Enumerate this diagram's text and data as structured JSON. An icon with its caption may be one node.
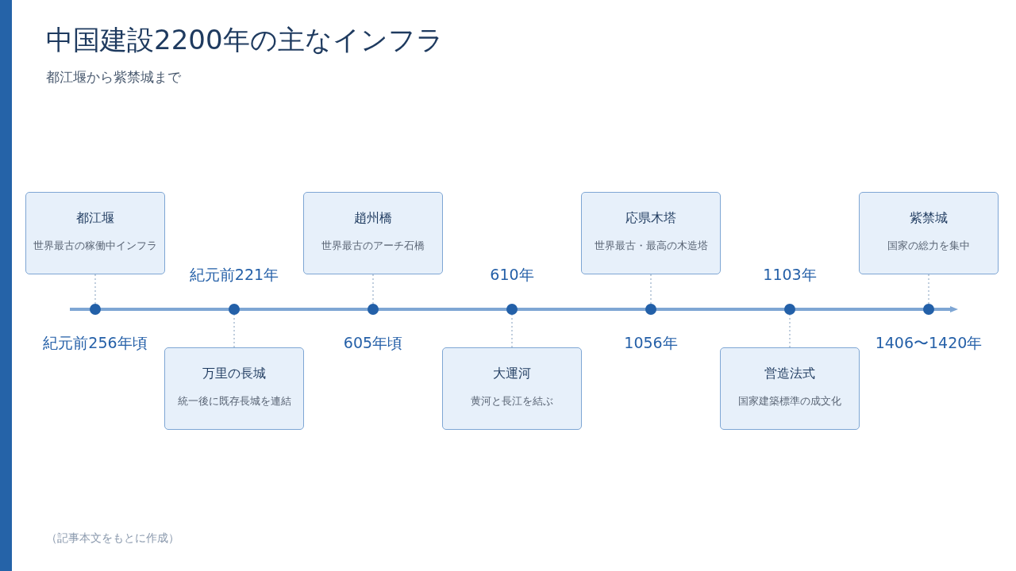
{
  "diagram": {
    "title": "中国建設2200年の主なインフラ",
    "caption": "都江堰から紫禁城まで",
    "nodes": [
      {
        "text": [
          "都江堰",
          "世界最古の稼働中インフラ"
        ]
      },
      {
        "text": [
          "万里の長城",
          "統一後に既存長城を連結"
        ]
      },
      {
        "text": [
          "趙州橋",
          "世界最古のアーチ石橋"
        ]
      },
      {
        "text": [
          "大運河",
          "黄河と長江を結ぶ"
        ]
      },
      {
        "text": [
          "応県木塔",
          "世界最古・最高の木造塔"
        ]
      },
      {
        "text": [
          "営造法式",
          "国家建築標準の成文化"
        ]
      },
      {
        "text": [
          "紫禁城",
          "国家の総力を集中"
        ]
      },
      {
        "text": [],
        "shape": "circle",
        "beside": [
          "紀元前256年頃"
        ]
      },
      {
        "text": [],
        "shape": "circle",
        "beside": [
          "紀元前221年"
        ]
      },
      {
        "text": [],
        "shape": "circle",
        "beside": [
          "605年頃"
        ]
      },
      {
        "text": [],
        "shape": "circle",
        "beside": [
          "610年"
        ]
      },
      {
        "text": [],
        "shape": "circle",
        "beside": [
          "1056年"
        ]
      },
      {
        "text": [],
        "shape": "circle",
        "beside": [
          "1103年"
        ]
      },
      {
        "text": [],
        "shape": "circle",
        "beside": [
          "1406〜1420年"
        ]
      }
    ],
    "edges": [
      {
        "from": 0,
        "to": 7,
        "arrow": "none",
        "style": "dashed"
      },
      {
        "from": 1,
        "to": 8,
        "arrow": "none",
        "style": "dashed"
      },
      {
        "from": 2,
        "to": 9,
        "arrow": "none",
        "style": "dashed"
      },
      {
        "from": 3,
        "to": 10,
        "arrow": "none",
        "style": "dashed"
      },
      {
        "from": 4,
        "to": 11,
        "arrow": "none",
        "style": "dashed"
      },
      {
        "from": 5,
        "to": 12,
        "arrow": "none",
        "style": "dashed"
      },
      {
        "from": 6,
        "to": 13,
        "arrow": "none",
        "style": "dashed"
      }
    ],
    "labels": [
      "（記事本文をもとに作成）"
    ]
  }
}
